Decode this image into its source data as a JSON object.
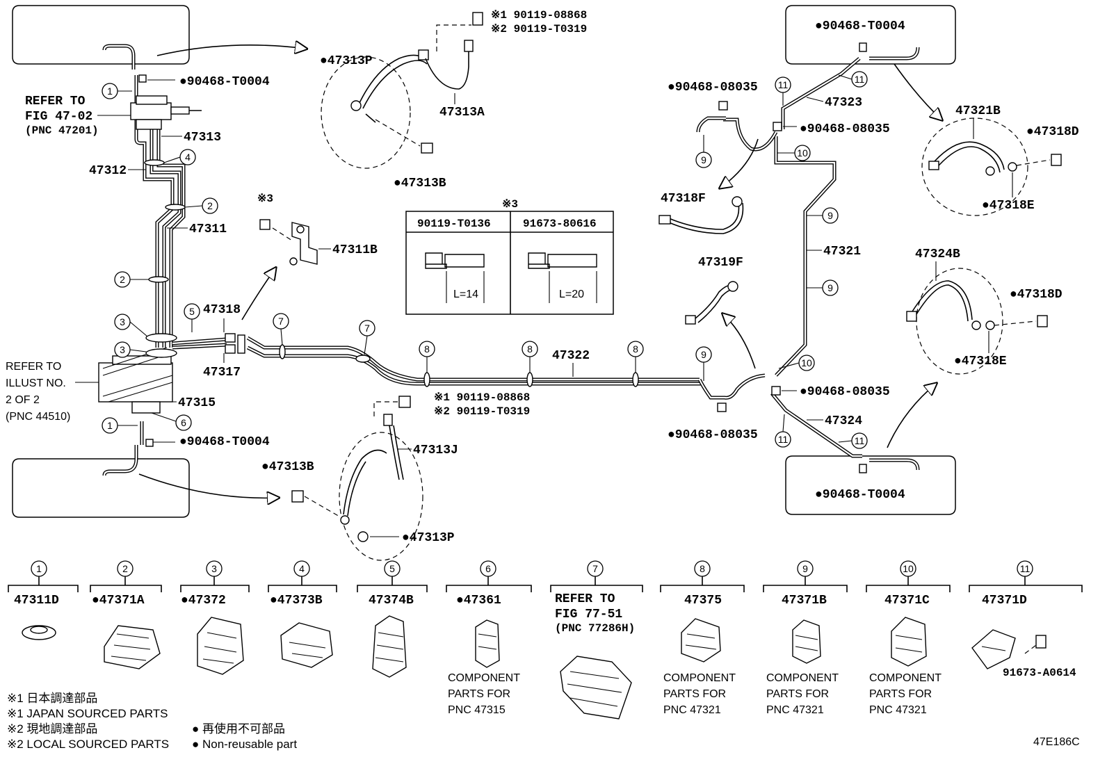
{
  "labels": {
    "p47313P_top": "●47313P",
    "p47313A": "47313A",
    "p47313B_top": "●47313B",
    "bolt1_top": "※1 90119-08868",
    "bolt2_top": "※2 90119-T0319",
    "clip_tl": "●90468-T0004",
    "refer_fig1": "REFER TO",
    "refer_fig2": "FIG 47-02",
    "refer_fig3": "(PNC 47201)",
    "p47313": "47313",
    "p47312": "47312",
    "p47311": "47311",
    "p47311B": "47311B",
    "mark3": "※3",
    "p47318": "47318",
    "p47317": "47317",
    "refer_ill1": "REFER TO",
    "refer_ill2": "ILLUST NO.",
    "refer_ill3": "2 OF 2",
    "refer_ill4": "(PNC 44510)",
    "p47315": "47315",
    "clip_bl": "●90468-T0004",
    "p47313B_bot": "●47313B",
    "bolt1_bot": "※1 90119-08868",
    "bolt2_bot": "※2 90119-T0319",
    "p47313J": "47313J",
    "p47313P_bot": "●47313P",
    "p47322": "47322",
    "clip_tr": "●90468-T0004",
    "clip_08035_a": "●90468-08035",
    "p47323": "47323",
    "clip_08035_b": "●90468-08035",
    "p47321B": "47321B",
    "p47318D_top": "●47318D",
    "p47318E_top": "●47318E",
    "p47318F": "47318F",
    "p47321": "47321",
    "p47319F": "47319F",
    "p47324B": "47324B",
    "p47318D_bot": "●47318D",
    "p47318E_bot": "●47318E",
    "clip_08035_c": "●90468-08035",
    "clip_08035_d": "●90468-08035",
    "p47324": "47324",
    "clip_br": "●90468-T0004",
    "diagram_code": "47E186C"
  },
  "bolt_table": {
    "mark": "※3",
    "col1_header": "90119-T0136",
    "col2_header": "91673-80616",
    "col1_length": "L=14",
    "col2_length": "L=20"
  },
  "callouts": {
    "c1": "1",
    "c2": "2",
    "c3": "3",
    "c4": "4",
    "c5": "5",
    "c6": "6",
    "c7": "7",
    "c8": "8",
    "c9": "9",
    "c10": "10",
    "c11": "11"
  },
  "parts_row": [
    {
      "num": "1",
      "part": "47311D",
      "note": ""
    },
    {
      "num": "2",
      "part": "●47371A",
      "note": ""
    },
    {
      "num": "3",
      "part": "●47372",
      "note": ""
    },
    {
      "num": "4",
      "part": "●47373B",
      "note": ""
    },
    {
      "num": "5",
      "part": "47374B",
      "note": ""
    },
    {
      "num": "6",
      "part": "●47361",
      "note1": "COMPONENT",
      "note2": "PARTS FOR",
      "note3": "PNC 47315"
    },
    {
      "num": "7",
      "part1": "REFER TO",
      "part2": "FIG 77-51",
      "part3": "(PNC 77286H)"
    },
    {
      "num": "8",
      "part": "47375",
      "note1": "COMPONENT",
      "note2": "PARTS FOR",
      "note3": "PNC 47321"
    },
    {
      "num": "9",
      "part": "47371B",
      "note1": "COMPONENT",
      "note2": "PARTS FOR",
      "note3": "PNC 47321"
    },
    {
      "num": "10",
      "part": "47371C",
      "note1": "COMPONENT",
      "note2": "PARTS FOR",
      "note3": "PNC 47321"
    },
    {
      "num": "11",
      "part": "47371D",
      "note": "91673-A0614"
    }
  ],
  "legend": {
    "l1": "※1 日本調達部品",
    "l2": "※1 JAPAN SOURCED PARTS",
    "l3": "※2 現地調達部品",
    "l4": "※2 LOCAL SOURCED PARTS",
    "l5": "● 再使用不可部品",
    "l6": "● Non-reusable part"
  }
}
